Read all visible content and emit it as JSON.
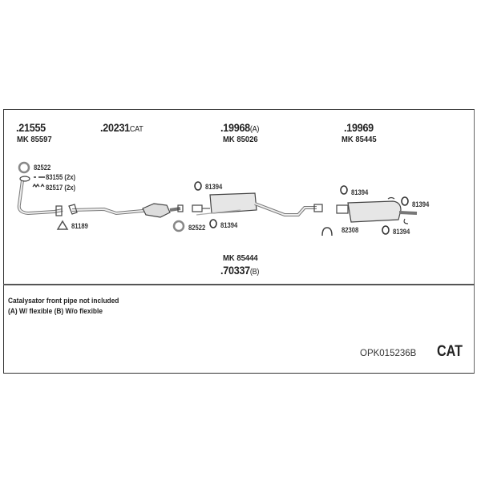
{
  "groups": [
    {
      "part": ".21555",
      "suffix": "",
      "mk": "MK 85597"
    },
    {
      "part": ".20231",
      "suffix": "CAT",
      "mk": ""
    },
    {
      "part": ".19968",
      "suffix": "(A)",
      "mk": "MK 85026"
    },
    {
      "part": ".19969",
      "suffix": "",
      "mk": "MK 85445"
    }
  ],
  "bottom_group": {
    "mk": "MK 85444",
    "part": ".70337",
    "suffix": "(B)"
  },
  "labels": {
    "ring1": "82522",
    "bolt": "83155 (2x)",
    "spring": "82517 (2x)",
    "gasket": "81189",
    "hanger1": "81394",
    "ring2": "82522",
    "hanger2": "81394",
    "hanger3": "81394",
    "hanger4": "81394",
    "clamp": "82308",
    "hanger5": "81394"
  },
  "notes": [
    "Catalysator front pipe not included",
    "(A) W/ flexible (B) W/o flexible"
  ],
  "code": "OPK015236B",
  "badge": "CAT"
}
